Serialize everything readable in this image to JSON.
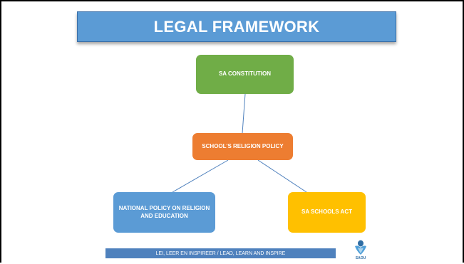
{
  "title": "LEGAL FRAMEWORK",
  "nodes": {
    "constitution": "SA CONSTITUTION",
    "religion_policy": "SCHOOL'S RELIGION POLICY",
    "national_policy": "NATIONAL POLICY ON RELIGION AND EDUCATION",
    "schools_act": "SA SCHOOLS ACT"
  },
  "colors": {
    "title_bar": "#5b9bd5",
    "constitution": "#70ad47",
    "religion_policy": "#ed7d31",
    "national_policy": "#5b9bd5",
    "schools_act": "#ffc000",
    "footer_bar": "#4f81bd"
  },
  "footer": {
    "slogan": "LEI, LEER EN INSPIREER  /  LEAD, LEARN AND INSPIRE"
  },
  "logo": {
    "text": "SAOU",
    "icon": "saou-logo-icon"
  }
}
